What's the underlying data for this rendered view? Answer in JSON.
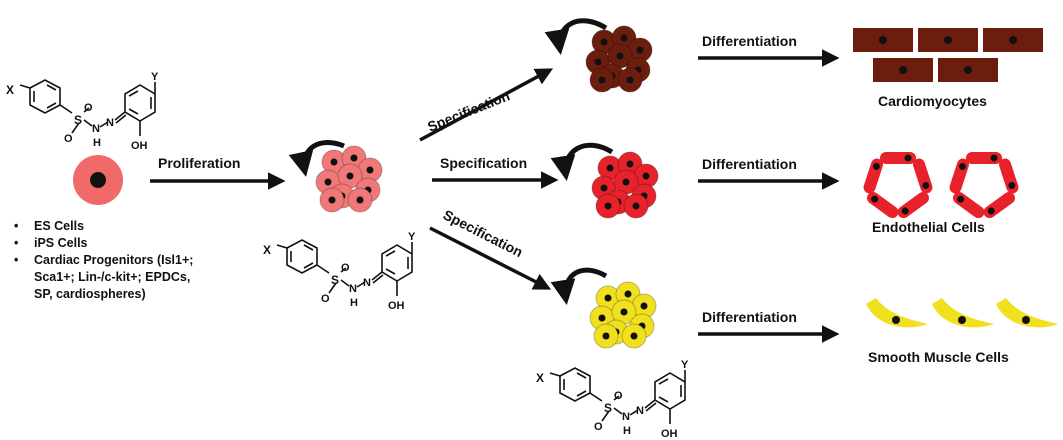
{
  "source": {
    "items": [
      "ES Cells",
      "iPS Cells",
      "Cardiac Progenitors (Isl1+;",
      "Sca1+; Lin-/c-kit+; EPDCs,",
      "SP, cardiospheres)"
    ]
  },
  "molecule": {
    "x_label": "X",
    "y_label": "Y",
    "s_label": "S",
    "o_label": "O",
    "n_label": "N",
    "h_label": "H",
    "oh_label": "OH"
  },
  "labels": {
    "proliferation": "Proliferation",
    "specification": "Specification",
    "differentiation": "Differentiation",
    "cardiomyocytes": "Cardiomyocytes",
    "endothelial": "Endothelial Cells",
    "smooth_muscle": "Smooth Muscle Cells"
  },
  "colors": {
    "stem_cell": "#f06a6a",
    "stem_cell_core": "#7a1a1a",
    "progenitor": "#f07878",
    "cardiac": "#6b1d0e",
    "endothelial": "#e8222a",
    "smooth_muscle": "#f0e020",
    "nucleus": "#111111",
    "arrow": "#111111"
  }
}
